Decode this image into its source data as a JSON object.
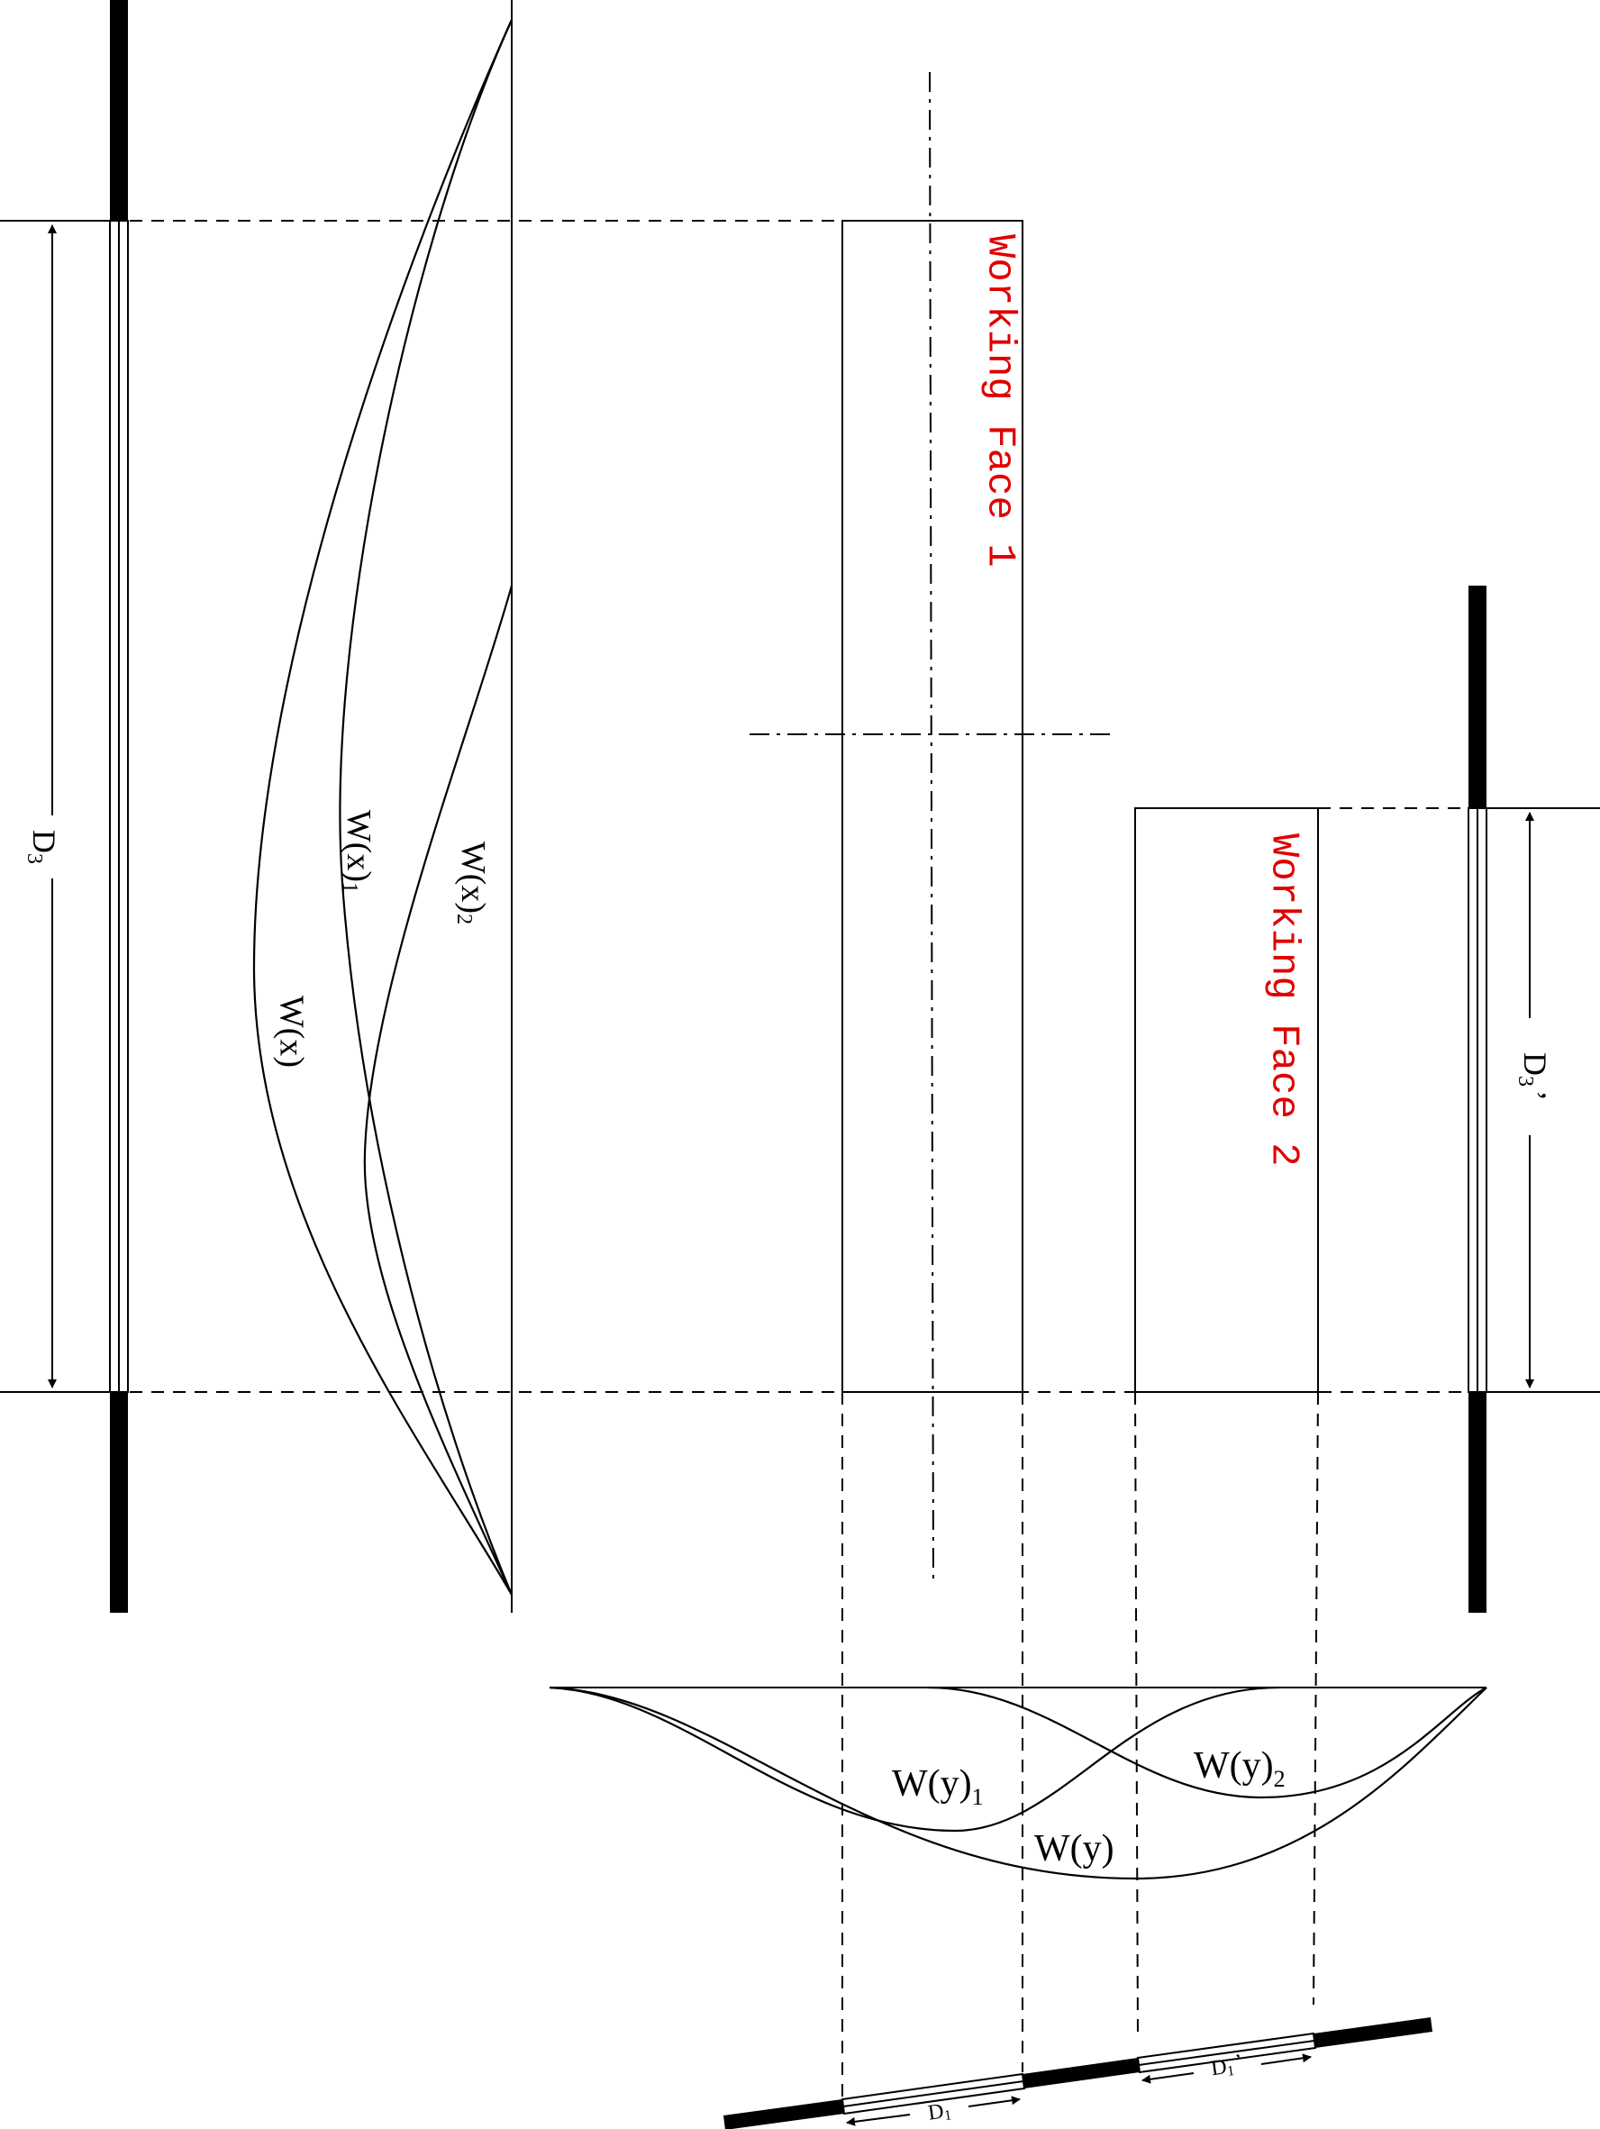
{
  "labels": {
    "working_face_1": "Working Face 1",
    "working_face_2": "Working Face 2",
    "wx": "W(x)",
    "wx1": "W(x)",
    "wx1_sub": "1",
    "wx2": "W(x)",
    "wx2_sub": "2",
    "wy": "W(y)",
    "wy1": "W(y)",
    "wy1_sub": "1",
    "wy2": "W(y)",
    "wy2_sub": "2",
    "d3": "D",
    "d3_sub": "3",
    "d3p": "D",
    "d3p_sub": "3",
    "d3p_prime": "’",
    "d1": "D",
    "d1_sub": "1",
    "d1p": "D",
    "d1p_sub": "1",
    "d1p_prime": "’"
  },
  "colors": {
    "line": "#000000",
    "working_face_label": "#e00000"
  }
}
